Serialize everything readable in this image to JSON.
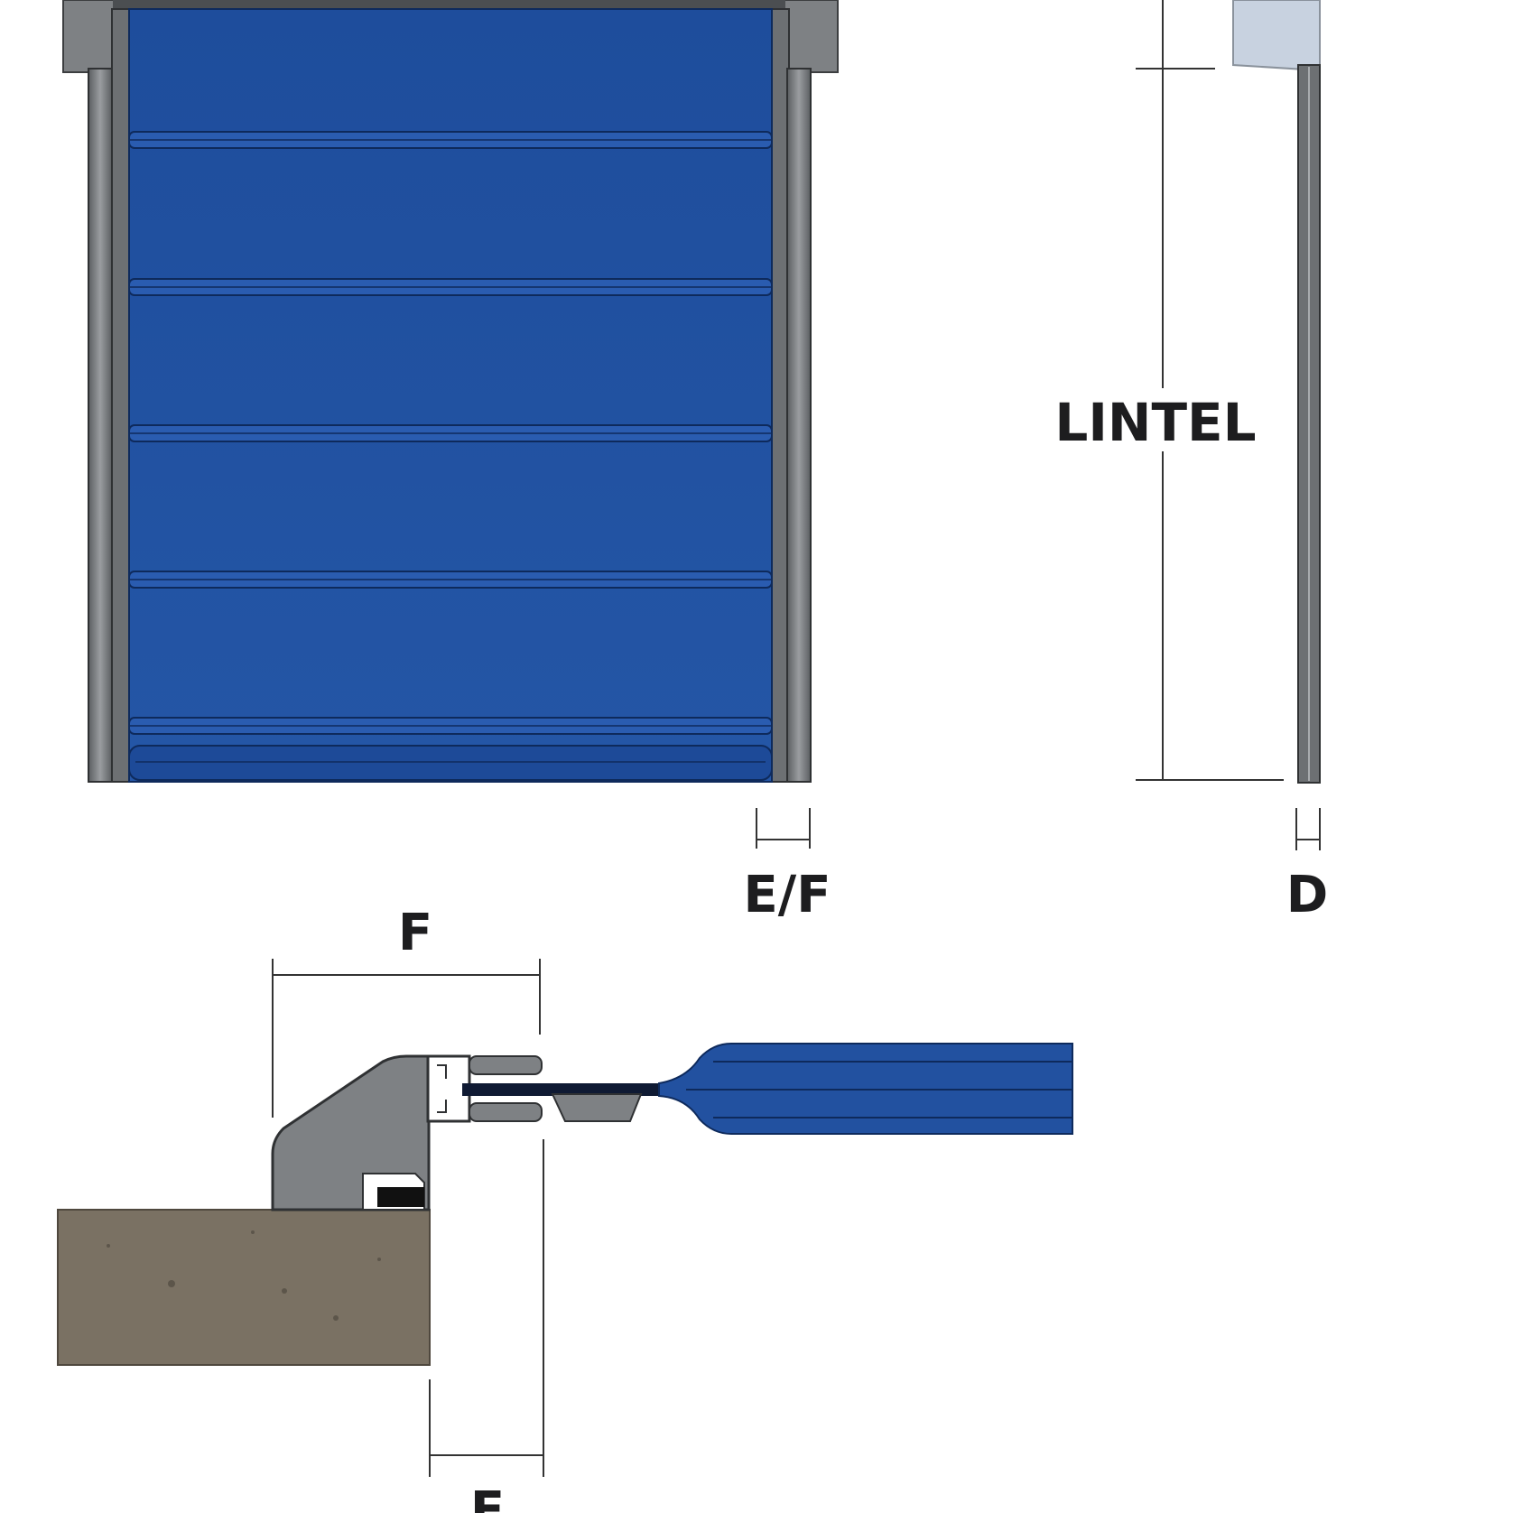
{
  "labels": {
    "lintel": "LINTEL",
    "ef": "E/F",
    "d": "D",
    "f": "F",
    "e": "E"
  },
  "colors": {
    "curtain_blue": "#2251a0",
    "curtain_blue_dark": "#153a7e",
    "curtain_line": "#0e2a5c",
    "frame_grey": "#7e8184",
    "frame_grey_dark": "#55585b",
    "side_panel": "#c8d2e0",
    "concrete": "#7a7163",
    "dimension_line": "#333333",
    "label_text": "#1d1d1f"
  }
}
